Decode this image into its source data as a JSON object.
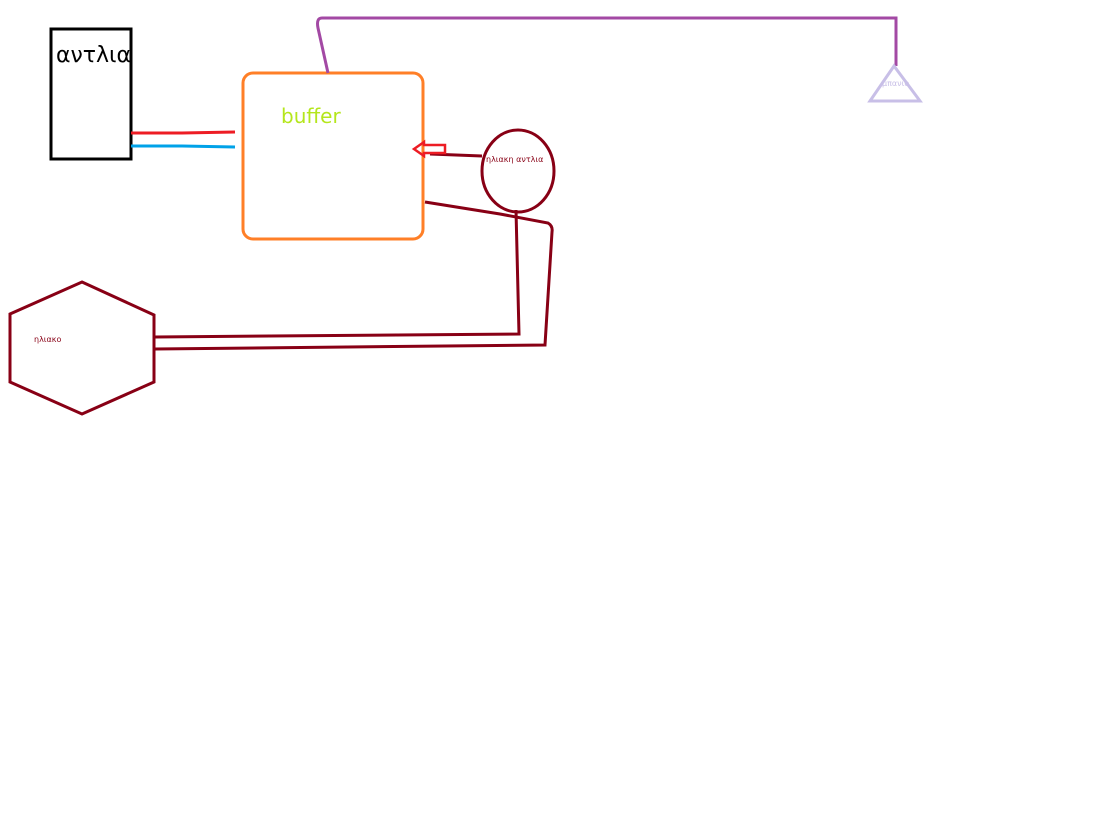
{
  "labels": {
    "pump": "αντλια",
    "buffer": "buffer",
    "solar_pump": "ηλιακη αντλια",
    "solar": "ηλιακο",
    "bath": "μπανιο"
  },
  "colors": {
    "pump_box": "#000000",
    "hot_pipe": "#ed1c24",
    "cold_pipe": "#00a2e8",
    "buffer_box": "#ff7f27",
    "buffer_text": "#b5e61d",
    "solar_circuit": "#880015",
    "bath_pipe": "#a349a4",
    "bath_triangle": "#c8bfe7"
  }
}
